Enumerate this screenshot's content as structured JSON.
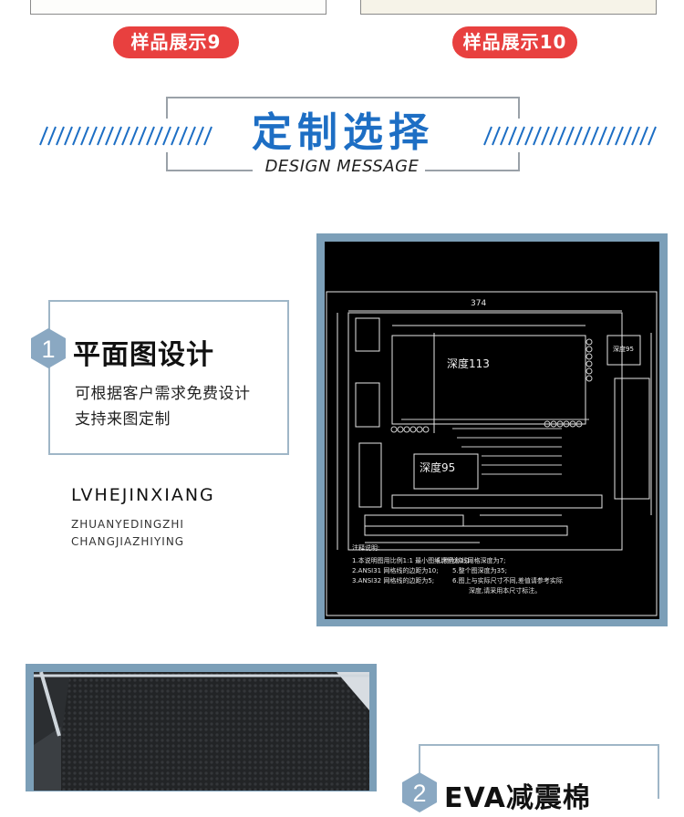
{
  "samples": [
    {
      "label": "样品展示9"
    },
    {
      "label": "样品展示10"
    }
  ],
  "design_header": {
    "title": "定制选择",
    "subtitle": "DESIGN MESSAGE"
  },
  "option1": {
    "number": "1",
    "title": "平面图设计",
    "desc_line1": "可根据客户需求免费设计",
    "desc_line2": "支持来图定制"
  },
  "brand": {
    "name": "LVHEJINXIANG",
    "sub_line1": "ZHUANYEDINGZHI",
    "sub_line2": "CHANGJIAZHIYING"
  },
  "cad": {
    "label_depth_113": "深度113",
    "label_depth_95_top": "深度95",
    "label_depth_95_bottom": "深度95",
    "notes_title": "注释说明:",
    "note1": "1.本说明图用比例1:1 最小图纸比例为1:1;",
    "note2": "2.ANSI31 网格线的边距为10;",
    "note3": "3.ANSI32 网格线的边距为5;",
    "note4": "4.黑色斜线网格深度为7;",
    "note5": "5.整个图深度为35;",
    "note6": "6.图上与实际尺寸不同,差值请参考实际",
    "note7": "深度,请采用本尺寸标注。",
    "dim_top": "374"
  },
  "option2": {
    "number": "2",
    "title": "EVA减震棉"
  },
  "colors": {
    "accent_red": "#e8403f",
    "accent_blue": "#1d6ec4",
    "frame_blue": "#7c9fb8"
  }
}
